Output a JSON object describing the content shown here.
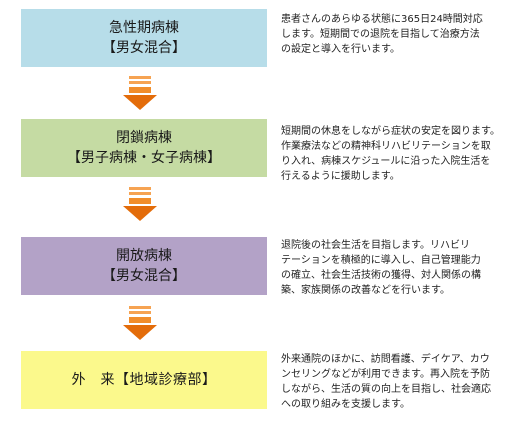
{
  "stages": [
    {
      "title": "急性期病棟",
      "subtitle": "【男女混合】",
      "description": [
        "患者さんのあらゆる状態に365日24時間対応",
        "します。短期間での退院を目指して治療方法",
        "の設定と導入を行います。"
      ],
      "color": "#b7dde9"
    },
    {
      "title": "閉鎖病棟",
      "subtitle": "【男子病棟・女子病棟】",
      "description": [
        "短期間の休息をしながら症状の安定を図ります。",
        "作業療法などの精神科リハビリテーションを取",
        "り入れ、病棟スケジュールに沿った入院生活を",
        "行えるように援助します。"
      ],
      "color": "#c5dba3"
    },
    {
      "title": "開放病棟",
      "subtitle": "【男女混合】",
      "description": [
        "退院後の社会生活を目指します。リハビリ",
        "テーションを積極的に導入し、自己管理能力",
        "の確立、社会生活技術の獲得、対人関係の構",
        "築、家族関係の改善などを行います。"
      ],
      "color": "#b3a2c7"
    },
    {
      "title": "外　来【地域診療部】",
      "subtitle": "",
      "description": [
        "外来通院のほかに、訪問看護、デイケア、カウ",
        "ンセリングなどが利用できます。再入院を予防",
        "しながら、生活の質の向上を目指し、社会適応",
        "への取り組みを支援します。"
      ],
      "color": "#fbf98c"
    }
  ],
  "arrow_color": "#e36c0a"
}
